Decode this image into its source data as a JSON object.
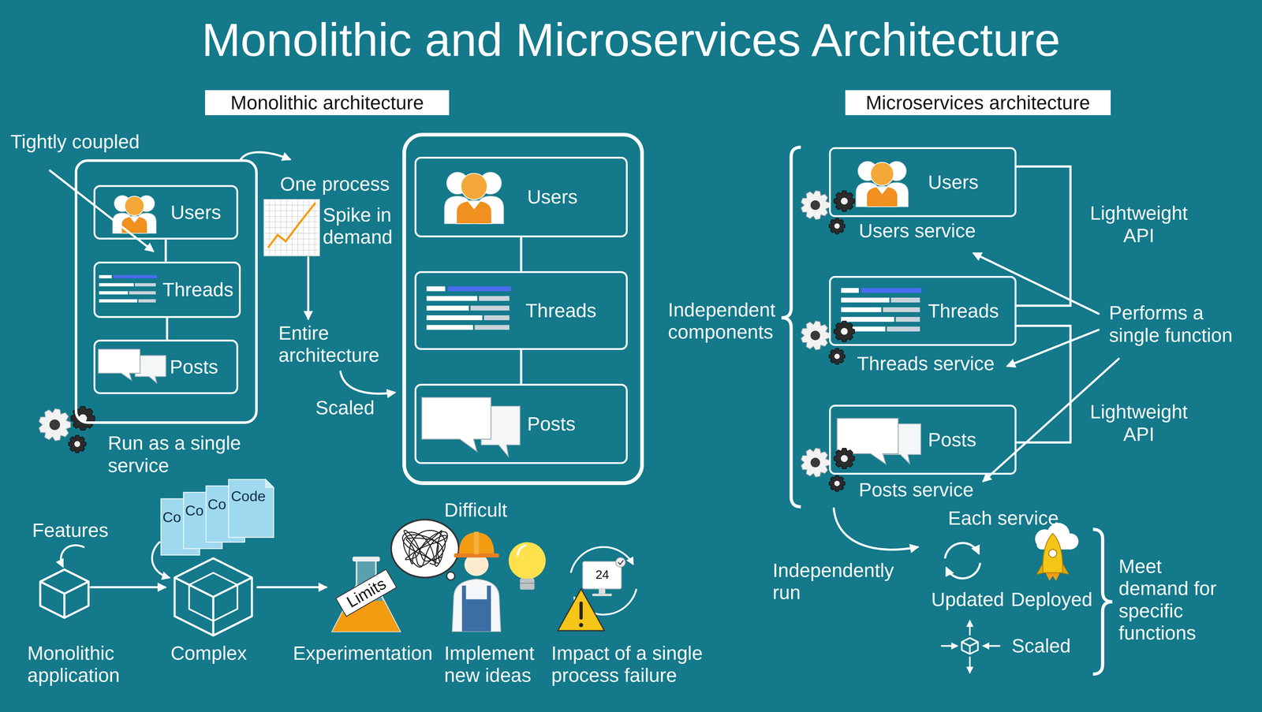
{
  "diagram": {
    "title": "Monolithic and Microservices Architecture",
    "nodes": [
      {
        "text": [
          "Monolithic architecture"
        ]
      },
      {
        "text": [
          "Microservices architecture"
        ]
      },
      {
        "text": []
      },
      {
        "text": [
          "Users"
        ],
        "in": 2
      },
      {
        "text": [
          "Threads"
        ],
        "in": 2
      },
      {
        "text": [
          "Posts"
        ],
        "in": 2
      },
      {
        "text": []
      },
      {
        "text": [
          "Users"
        ],
        "in": 6
      },
      {
        "text": [
          "Threads"
        ],
        "in": 6
      },
      {
        "text": [
          "Posts"
        ],
        "in": 6
      },
      {
        "text": [
          "Users",
          "Users service"
        ]
      },
      {
        "text": [
          "Threads",
          "Threads service"
        ]
      },
      {
        "text": [
          "Posts",
          "Posts service"
        ]
      }
    ],
    "edges": [
      {
        "from": 3,
        "to": 4,
        "arrow": "none"
      },
      {
        "from": 4,
        "to": 5,
        "arrow": "none"
      },
      {
        "from": 7,
        "to": 8,
        "arrow": "none"
      },
      {
        "from": 8,
        "to": 9,
        "arrow": "none"
      },
      {
        "from": 10,
        "to": 11,
        "label": "Lightweight API",
        "arrow": "none"
      },
      {
        "from": 11,
        "to": 12,
        "label": "Lightweight API",
        "arrow": "none"
      }
    ],
    "labels": [
      "Tightly coupled",
      "One process",
      "Spike in demand",
      "Entire architecture",
      "Scaled",
      "Run as a single service",
      "Features",
      "Co",
      "Co",
      "Co",
      "Code",
      "Monolithic application",
      "Complex",
      "Limits",
      "Experimentation",
      "Difficult",
      "Implement new ideas",
      "24",
      "Impact of a single process failure",
      "Independent components",
      "Performs a single function",
      "Independently run",
      "Each service",
      "Updated",
      "Deployed",
      "Scaled",
      "Meet demand for specific functions"
    ]
  }
}
